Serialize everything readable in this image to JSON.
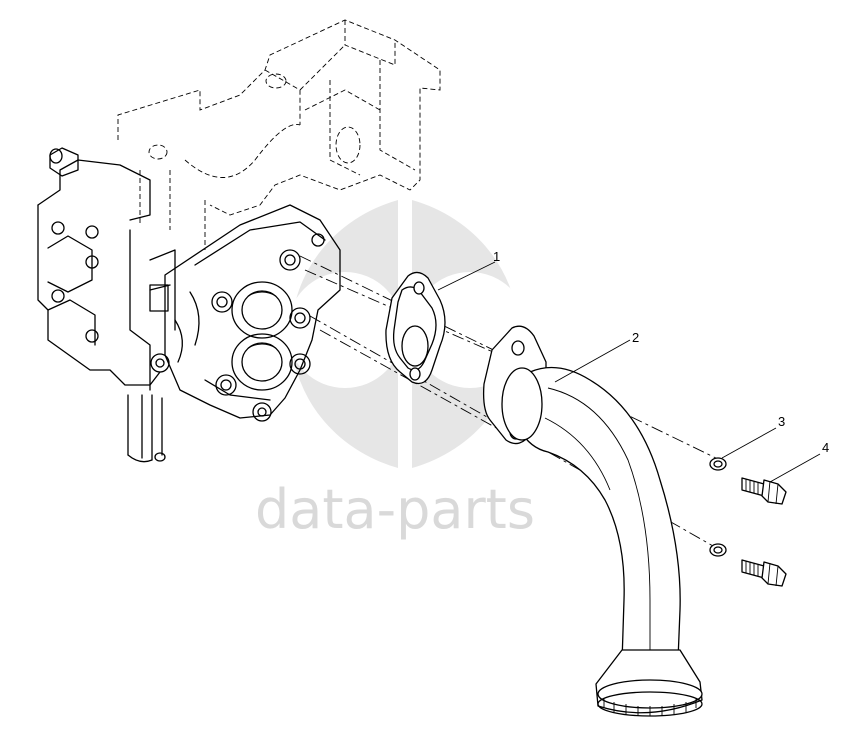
{
  "watermark": {
    "text": "data-parts"
  },
  "callouts": [
    {
      "id": "1",
      "label": "1"
    },
    {
      "id": "2",
      "label": "2"
    },
    {
      "id": "3",
      "label": "3"
    },
    {
      "id": "4",
      "label": "4"
    }
  ],
  "colors": {
    "line": "#000000",
    "watermark": "#d9d9d9",
    "background": "#ffffff"
  }
}
